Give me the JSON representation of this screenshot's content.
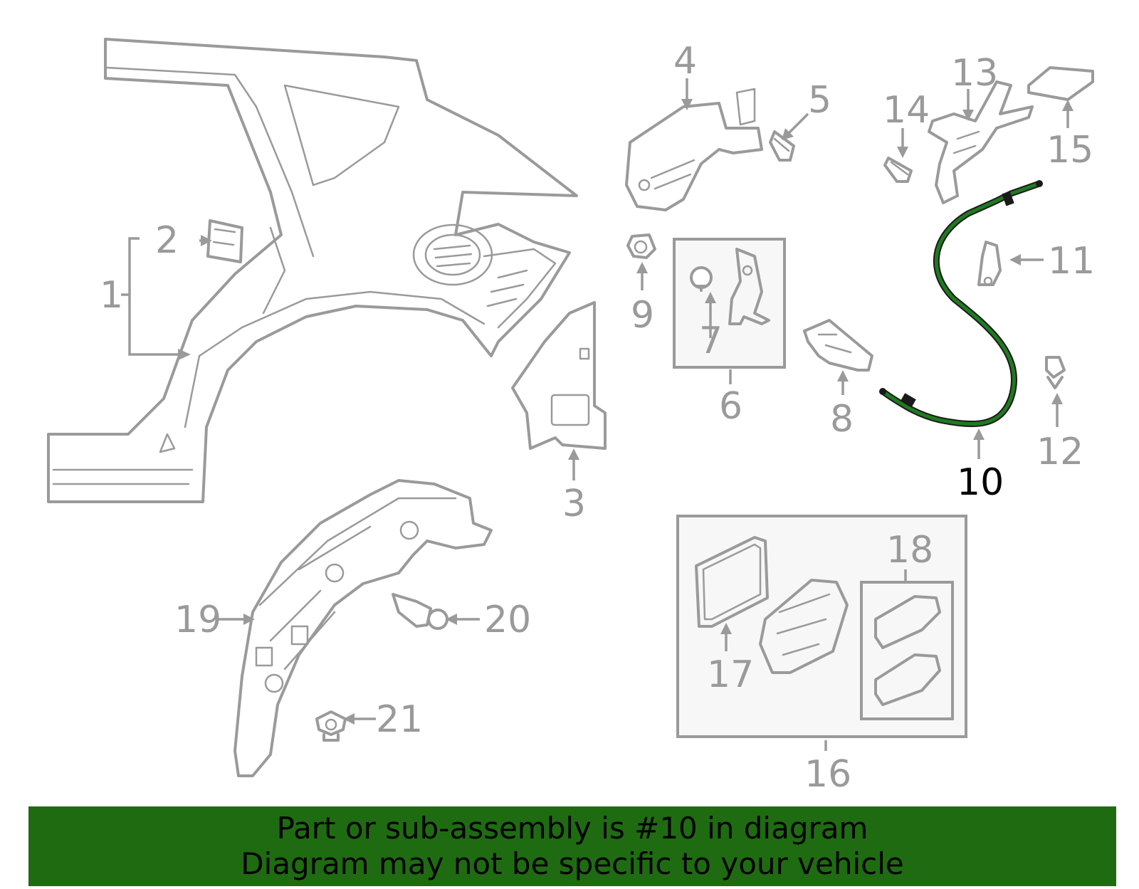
{
  "callouts": {
    "c1": "1",
    "c2": "2",
    "c3": "3",
    "c4": "4",
    "c5": "5",
    "c6": "6",
    "c7": "7",
    "c8": "8",
    "c9": "9",
    "c10": "10",
    "c11": "11",
    "c12": "12",
    "c13": "13",
    "c14": "14",
    "c15": "15",
    "c16": "16",
    "c17": "17",
    "c18": "18",
    "c19": "19",
    "c20": "20",
    "c21": "21"
  },
  "highlighted_part": "10",
  "colors": {
    "banner_bg": "#1f6b12",
    "highlight": "#1f7a1f",
    "line": "#9a9a9a"
  },
  "banner": {
    "line1": "Part or sub-assembly is #10 in diagram",
    "line2": "Diagram may not be specific to your vehicle"
  }
}
